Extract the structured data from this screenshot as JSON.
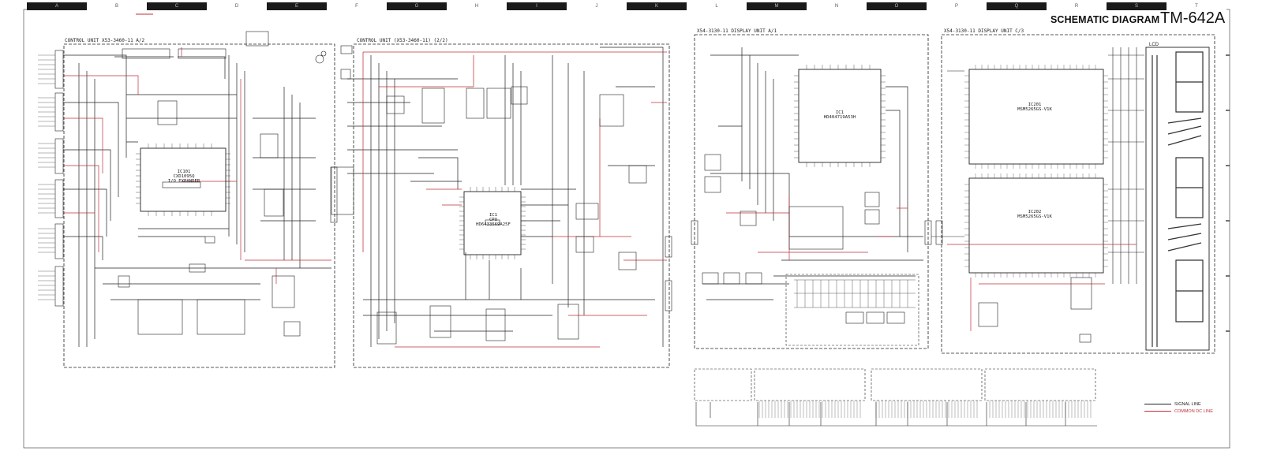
{
  "title": "SCHEMATIC DIAGRAM",
  "model": "TM-642A",
  "zone_letters": [
    "A",
    "B",
    "C",
    "D",
    "E",
    "F",
    "G",
    "H",
    "I",
    "J",
    "K",
    "L",
    "M",
    "N",
    "O",
    "P",
    "Q",
    "R",
    "S",
    "T"
  ],
  "units": [
    {
      "label": "CONTROL UNIT  X53-3460-11  A/2"
    },
    {
      "label": "CONTROL UNIT  (X53-3460-11) (2/2)"
    },
    {
      "label": "X54-3130-11  DISPLAY UNIT  A/1"
    },
    {
      "label": "X54-3130-11  DISPLAY UNIT  C/3"
    }
  ],
  "ics": [
    {
      "ref": "IC101",
      "part": "CXD1095Q",
      "note": "I/O EXPANDER"
    },
    {
      "ref": "IC1",
      "part": "CPU",
      "note": "HD6433569A25F"
    },
    {
      "ref": "IC1",
      "part": "HD404719A53H",
      "note": ""
    },
    {
      "ref": "IC201",
      "part": "MSM5265GS-V1K",
      "note": ""
    },
    {
      "ref": "IC202",
      "part": "MSM5265GS-V1K",
      "note": ""
    }
  ],
  "lcd_label": "LCD",
  "legend": [
    {
      "text": "SIGNAL LINE",
      "color": "#222222"
    },
    {
      "text": "COMMON DC LINE",
      "color": "#c0303a"
    }
  ],
  "colors": {
    "signal": "#222222",
    "dc_line": "#c0303a"
  }
}
